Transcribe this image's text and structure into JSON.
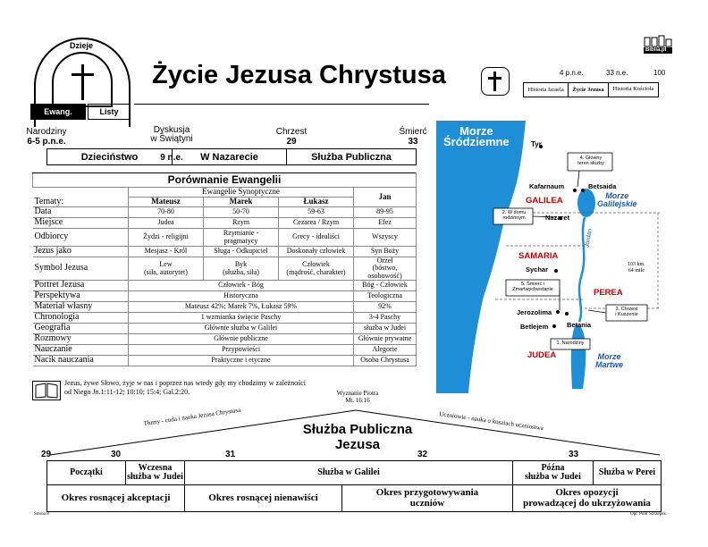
{
  "logo": {
    "dzieje": "Dzieje",
    "ewang": "Ewang.",
    "listy": "Listy",
    "bible_logo_text": "Biblia.pl"
  },
  "title": "Życie Jezusa Chrystusa",
  "top_timeline": {
    "years": [
      "4 p.n.e.",
      "33 n.e.",
      "100"
    ],
    "cells": [
      "Historia Izraela",
      "Życie Jezusa",
      "Historia Kościoła"
    ]
  },
  "events": [
    {
      "label": "Narodziny",
      "date": "6-5 p.n.e."
    },
    {
      "label": "Dyskusja\nw Świątyni",
      "date": "9 n.e."
    },
    {
      "label": "Chrzest",
      "date": "29"
    },
    {
      "label": "Śmierć",
      "date": "33"
    }
  ],
  "phases": [
    "Dzieciństwo",
    "W Nazarecie",
    "Służba Publiczna"
  ],
  "comparison": {
    "title": "Porównanie Ewangelii",
    "synoptic_header": "Ewangelie Synoptyczne",
    "tematy": "Tematy:",
    "columns": [
      "Mateusz",
      "Marek",
      "Łukasz",
      "Jan"
    ],
    "rows": [
      {
        "label": "Data",
        "cells": [
          "70-80",
          "50-70",
          "59-63",
          "89-95"
        ]
      },
      {
        "label": "Miejsce",
        "cells": [
          "Judea",
          "Rzym",
          "Cezarea / Rzym",
          "Efez"
        ]
      },
      {
        "label": "Odbiorcy",
        "cells": [
          "Żydzi - religijni",
          "Rzymianie - pragmatycy",
          "Grecy - idealiści",
          "Wszyscy"
        ]
      },
      {
        "label": "Jezus jako",
        "cells": [
          "Mesjasz - Król",
          "Sługa - Odkupiciel",
          "Doskonały człowiek",
          "Syn Boży"
        ]
      },
      {
        "label": "Symbol Jezusa",
        "cells": [
          "Lew\n(siła, autorytet)",
          "Byk\n(służba, siła)",
          "Człowiek\n(mądrość, charakter)",
          "Orzeł\n(bóstwo, osobowość)"
        ]
      },
      {
        "label": "Portret Jezusa",
        "span": "Człowiek - Bóg",
        "jan": "Bóg - Człowiek"
      },
      {
        "label": "Perspektywa",
        "span": "Historyczna",
        "jan": "Teologiczna"
      },
      {
        "label": "Materiał własny",
        "span": "Mateusz 42%; Marek 7%, Łukasz 59%",
        "jan": "92%"
      },
      {
        "label": "Chronologia",
        "span": "1 wzmianka święcie Paschy",
        "jan": "3-4 Paschy"
      },
      {
        "label": "Geografia",
        "span": "Głównie służba w Galilei",
        "jan": "służba w Judei"
      },
      {
        "label": "Rozmowy",
        "span": "Głównie publiczne",
        "jan": "Głównie prywatne"
      },
      {
        "label": "Nauczanie",
        "span": "Przypowieści",
        "jan": "Alegorie"
      },
      {
        "label": "Nacik nauczania",
        "span": "Praktyczne i etyczne",
        "jan": "Osoba Chrystusa"
      }
    ]
  },
  "map": {
    "sea_med": "Morze\nŚródziemne",
    "sea_gal": "Morze\nGalilejskie",
    "sea_dead": "Morze\nMartwe",
    "jordan": "Jordan",
    "regions": [
      "GALILEA",
      "SAMARIA",
      "PEREA",
      "JUDEA"
    ],
    "cities": [
      "Tyr",
      "Kafarnaum",
      "Betsaida",
      "Nazaret",
      "Sychar",
      "Jerozolima",
      "Betlejem",
      "Betania"
    ],
    "notes": [
      "4. Główny\nteren służby",
      "2. W domu\nrodzinnym",
      "5. Śmierć i\nZmartwychwstanie",
      "3. Chrzest\ni Kuszenie",
      "1. Narodziny"
    ],
    "distance": "103 km.\n64 mile"
  },
  "quote": "Jezus, żywe Słowo, żyje w nas i poprzez nas wtedy gdy my chodzimy w zależności od Niego Jn.1:11-12; 10:10; 15:4; Gal.2:20.",
  "bottom": {
    "confession": "Wyznanie Piotra\nMt. 16:16",
    "left_arrow": "Tłumy - cuda i nauka Jezusa Chrystusa",
    "right_arrow": "Uczniowie - nauka o kosztach uczniostwa",
    "title_line1": "Służba Publiczna",
    "title_line2": "Jezusa",
    "years": [
      "29",
      "30",
      "31",
      "32",
      "33"
    ],
    "row1": [
      "Początki",
      "Wczesna\nsłużba w Judei",
      "Służba w Galilei",
      "Późna\nsłużba w Judei",
      "Służba w Perei"
    ],
    "row2": [
      "Okres rosnącej akceptacji",
      "Okres rosnącej nienawiści",
      "Okres przygotowywania\nuczniów",
      "Okres opozycji\nprowadzącej do ukrzyżowania"
    ]
  },
  "footer": {
    "left": "Strona 8",
    "right": "Opr. Piotr Szczepek"
  }
}
